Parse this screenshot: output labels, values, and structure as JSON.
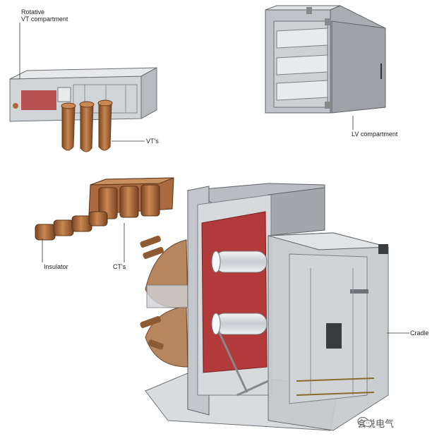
{
  "labels": {
    "rotative_vt_line1": "Rotative",
    "rotative_vt_line2": "VT compartment",
    "vts": "VT's",
    "lv_compartment": "LV compartment",
    "insulator": "Insulator",
    "cts": "CT's",
    "cradle": "Cradle"
  },
  "watermark": {
    "text": "会说电气",
    "icon": "wechat-icon"
  },
  "colors": {
    "copper": "#b06a3a",
    "copper_dark": "#7a4522",
    "panel_gray": "#c9ccd0",
    "panel_dark": "#9a9ea3",
    "red_barrier": "#b23a3a",
    "insulator_white": "#e8eaec"
  }
}
